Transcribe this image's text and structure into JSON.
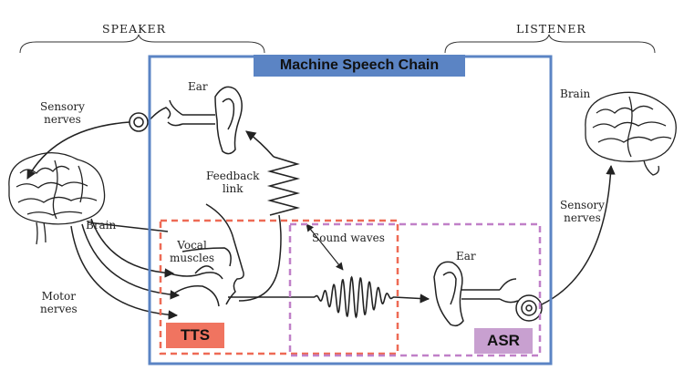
{
  "headers": {
    "speaker": "SPEAKER",
    "listener": "LISTENER"
  },
  "title": "Machine Speech Chain",
  "labels": {
    "speaker_sensory_nerves": "Sensory\nnerves",
    "speaker_ear": "Ear",
    "speaker_brain": "Brain",
    "feedback_link": "Feedback\nlink",
    "vocal_muscles": "Vocal\nmuscles",
    "motor_nerves": "Motor\nnerves",
    "sound_waves": "Sound waves",
    "listener_ear": "Ear",
    "listener_brain": "Brain",
    "listener_sensory_nerves": "Sensory\nnerves"
  },
  "modules": {
    "tts": "TTS",
    "asr": "ASR"
  },
  "colors": {
    "chain_box": "#5b84c4",
    "title_bg": "#5b84c4",
    "tts_dash": "#ee6a55",
    "tts_fill": "#f07460",
    "asr_dash": "#c080c8",
    "asr_fill": "#c8a0d0",
    "line": "#222222"
  },
  "icons": [
    "brain-icon",
    "ear-icon",
    "head-profile-icon",
    "sound-wave-icon",
    "arrow-icon"
  ]
}
